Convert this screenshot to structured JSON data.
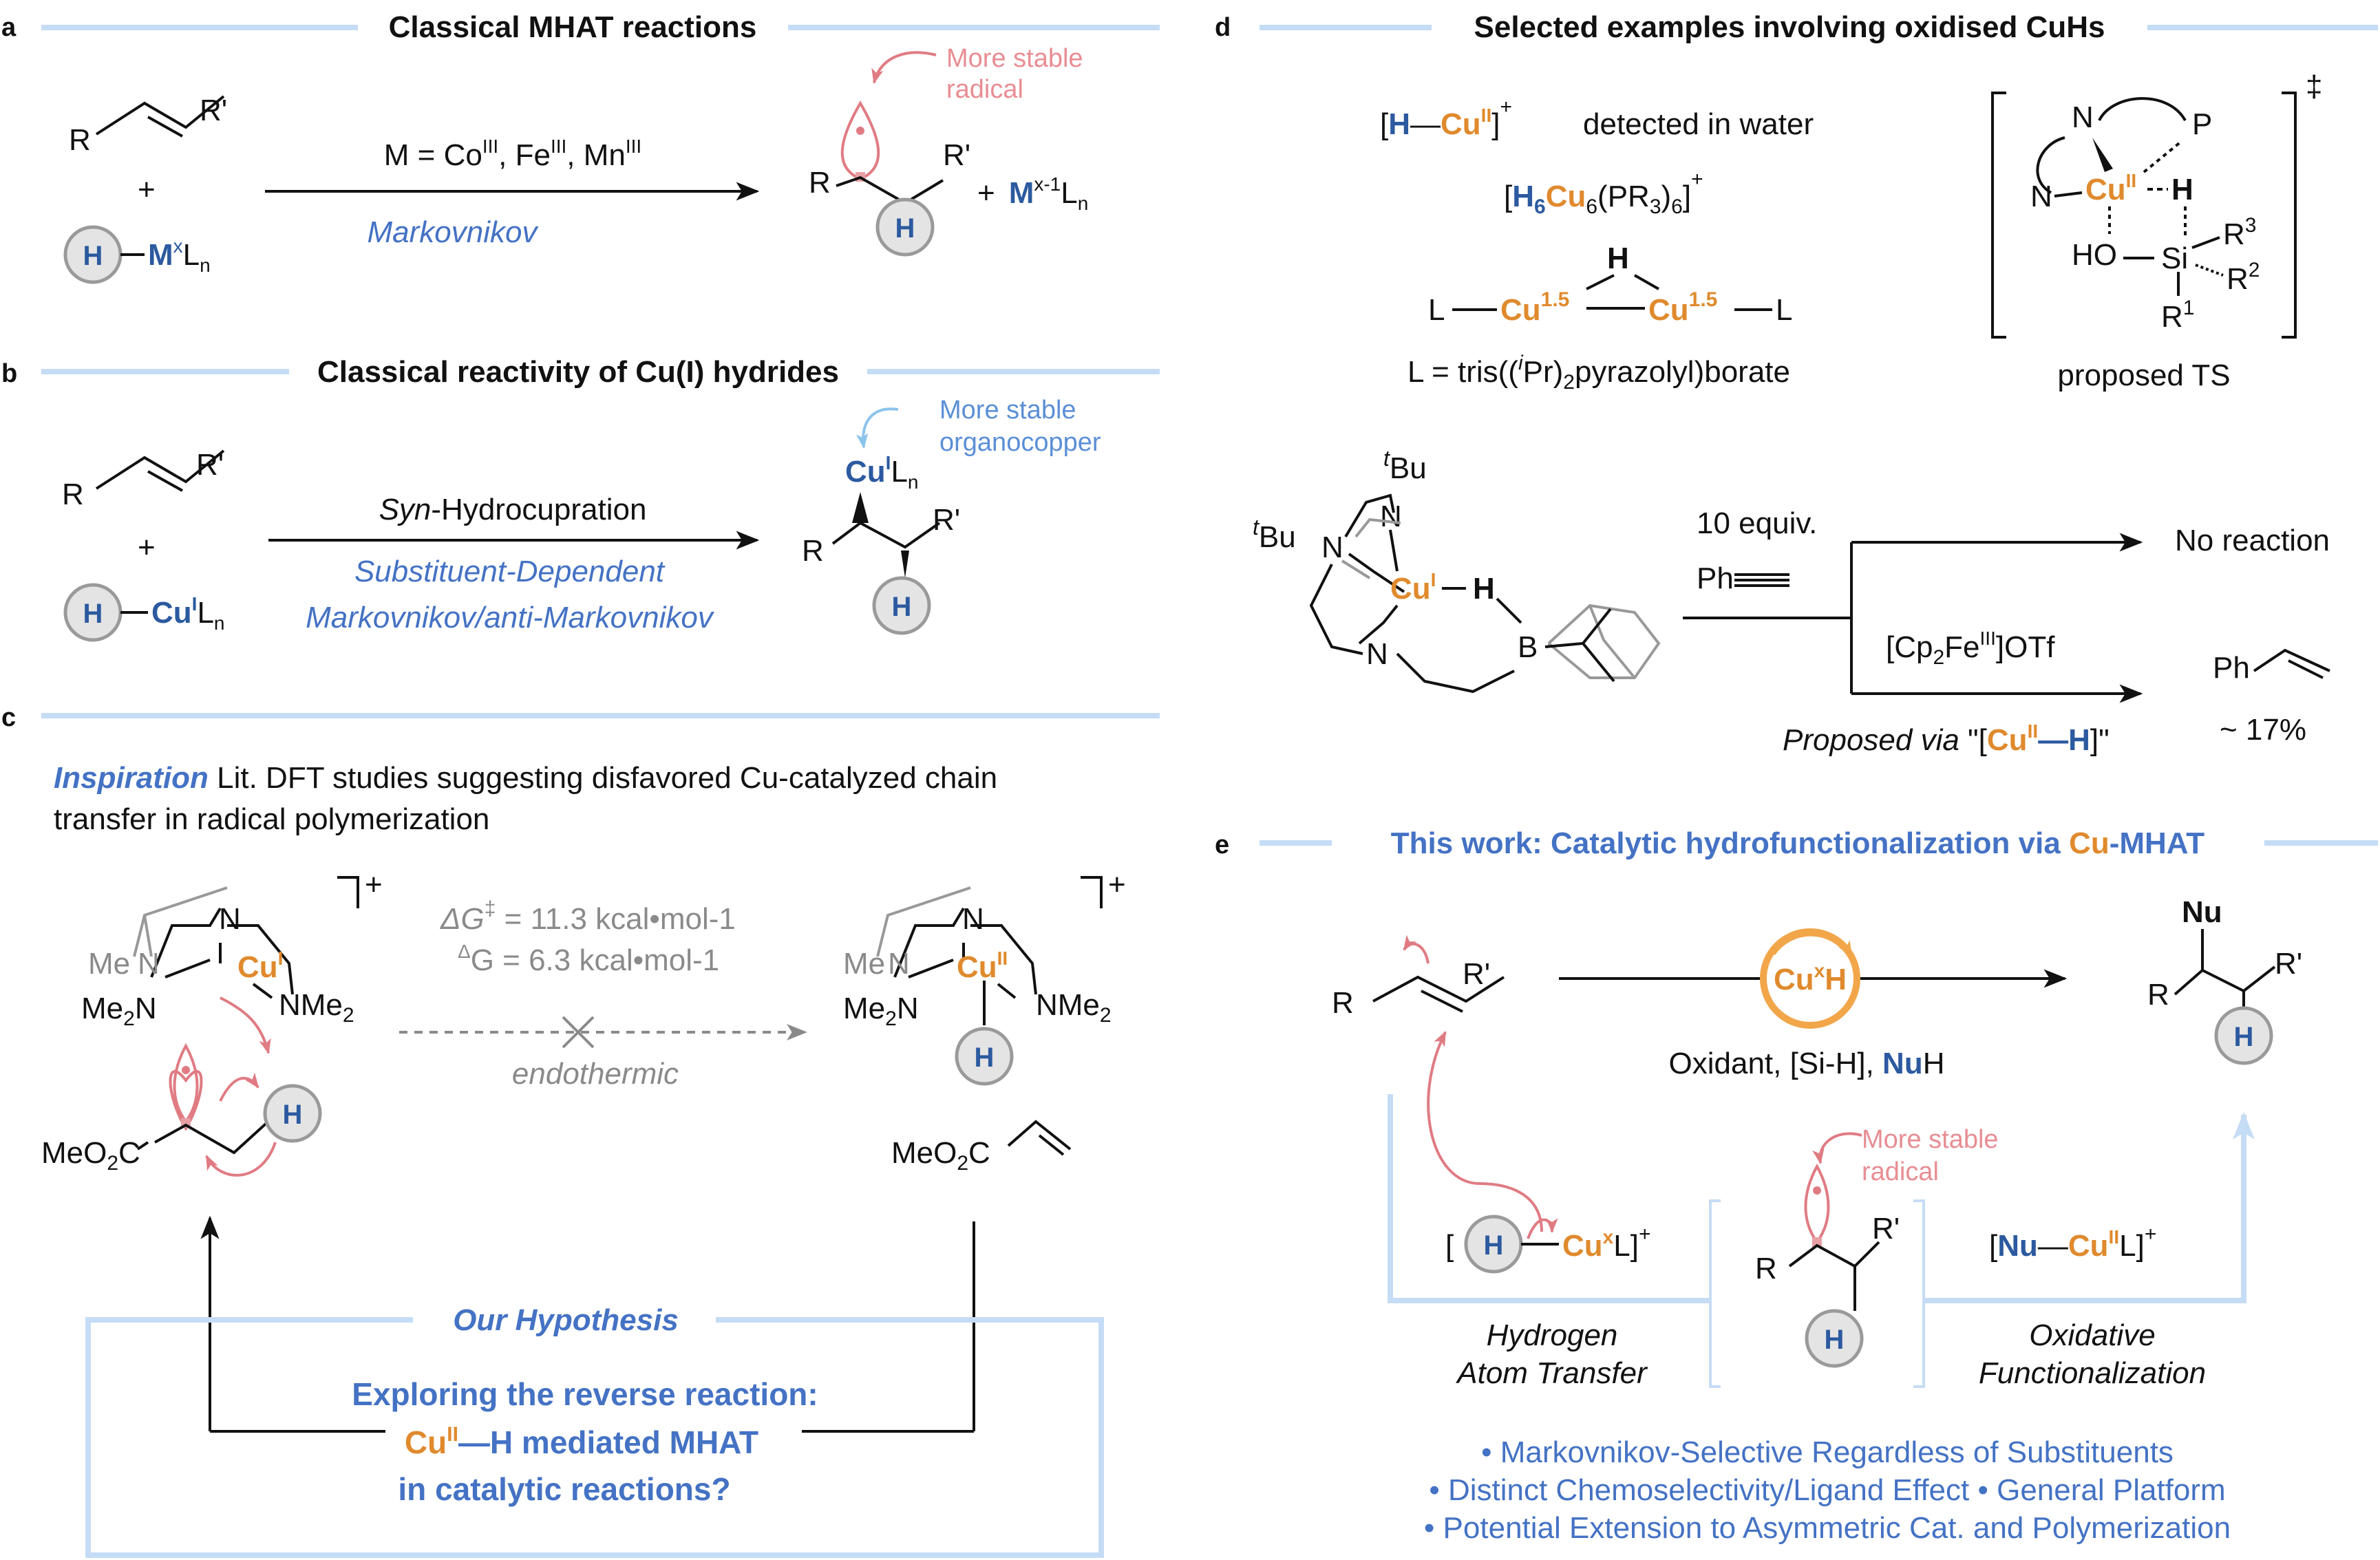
{
  "panel_a": {
    "label": "a",
    "title": "Classical MHAT reactions",
    "alkene_r": "R",
    "alkene_rp": "R'",
    "plus": "+",
    "reagent_h": "H",
    "reagent_m": "M",
    "reagent_x": "x",
    "reagent_l": "L",
    "reagent_n": "n",
    "conditions_prefix": "M = Co",
    "co_ox": "III",
    "fe_label": ", Fe",
    "fe_ox": "III",
    "mn_label": ", Mn",
    "mn_ox": "III",
    "regio": "Markovnikov",
    "note_line1": "More stable",
    "note_line2": "radical",
    "product_r": "R",
    "product_rp": "R'",
    "product_h": "H",
    "byproduct_plus": "+",
    "byproduct_m": "M",
    "byproduct_x": "x-1",
    "byproduct_l": "L",
    "byproduct_n": "n"
  },
  "panel_b": {
    "label": "b",
    "title": "Classical reactivity of Cu(I) hydrides",
    "alkene_r": "R",
    "alkene_rp": "R'",
    "plus": "+",
    "reagent_h": "H",
    "reagent_cu": "Cu",
    "reagent_ox": "I",
    "reagent_l": "L",
    "reagent_n": "n",
    "cond_syn": "Syn",
    "cond_rest": "-Hydrocupration",
    "cond_line2": "Substituent-Dependent",
    "cond_line3": "Markovnikov/anti-Markovnikov",
    "note_line1": "More stable",
    "note_line2": "organocopper",
    "product_cu": "Cu",
    "product_ox": "I",
    "product_l": "L",
    "product_n": "n",
    "product_r": "R",
    "product_rp": "R'",
    "product_h": "H"
  },
  "panel_c": {
    "label": "c",
    "insp_bold": "Inspiration",
    "insp_line1": " Lit. DFT studies suggesting disfavored Cu-catalyzed chain",
    "insp_line2": "transfer in radical polymerization",
    "n_label": "N",
    "me2n": "Me",
    "two": "2",
    "n_suffix": "N",
    "nme2_prefix": "NMe",
    "cu": "Cu",
    "cu_ox_left": "I",
    "cu_ox_right": "II",
    "charge": "+",
    "dg_ts_prefix": "ΔG",
    "dg_ts_sup": "‡",
    "dg_ts_value": " = 11.3 kcal•mol-1",
    "dg_prefix_sup": "Δ",
    "dg_g": "G",
    "dg_value": " = 6.3 kcal•mol-1",
    "endothermic": "endothermic",
    "ester": "MeO",
    "ester_sub": "2",
    "ester_c": "C",
    "h": "H",
    "hyp_title": "Our Hypothesis",
    "hyp_line1": "Exploring the reverse reaction:",
    "hyp_cu": "Cu",
    "hyp_ox": "II",
    "hyp_h": "—H",
    "hyp_line2_rest": " mediated MHAT",
    "hyp_line3": "in catalytic reactions?"
  },
  "panel_d": {
    "label": "d",
    "title": "Selected examples involving oxidised CuHs",
    "ex1_open": "[",
    "ex1_h": "H",
    "ex1_dash": "—",
    "ex1_cu": "Cu",
    "ex1_ox": "II",
    "ex1_close": "]",
    "ex1_charge": "+",
    "ex1_note": "detected in water",
    "ex2_open": "[",
    "ex2_h": "H",
    "ex2_h_sub": "6",
    "ex2_cu": "Cu",
    "ex2_cu_sub": "6",
    "ex2_pr": "(PR",
    "ex2_pr_sub": "3",
    "ex2_close": ")",
    "ex2_close_sub": "6",
    "ex2_bracket": "]",
    "ex2_charge": "+",
    "ex3_h": "H",
    "ex3_l": "L",
    "ex3_cu": "Cu",
    "ex3_ox": "1.5",
    "ex3_def_prefix": "L = tris((",
    "ex3_def_ipr": "i",
    "ex3_def_pr": "Pr)",
    "ex3_def_sub": "2",
    "ex3_def_rest": "pyrazolyl)borate",
    "ts_n": "N",
    "ts_p": "P",
    "ts_cu": "Cu",
    "ts_ox": "II",
    "ts_h": "H",
    "ts_ho": "HO",
    "ts_si": "Si",
    "ts_r": "R",
    "ts_r3": "3",
    "ts_r2": "2",
    "ts_r1": "1",
    "ts_dagger": "‡",
    "ts_caption": "proposed TS",
    "tbu_t": "t",
    "tbu_bu": "Bu",
    "cx_n": "N",
    "cx_cu": "Cu",
    "cx_ox": "I",
    "cx_h": "H",
    "cx_b": "B",
    "reag_equiv": "10 equiv.",
    "reag_ph": "Ph",
    "no_reaction": "No reaction",
    "ox_cp": "[Cp",
    "ox_cp_sub": "2",
    "ox_fe": "Fe",
    "ox_fe_ox": "III",
    "ox_otf": "]OTf",
    "proposed_it": "Proposed via",
    "proposed_quote": " \"[",
    "proposed_cu": "Cu",
    "proposed_ox": "II",
    "proposed_h": "—H",
    "proposed_end": "]\"",
    "styrene_ph": "Ph",
    "yield": "~ 17%"
  },
  "panel_e": {
    "label": "e",
    "title_blue": "This work: Catalytic hydrofunctionalization via ",
    "title_cu": "Cu",
    "title_rest": "-MHAT",
    "alkene_r": "R",
    "alkene_rp": "R'",
    "cat_cu": "Cu",
    "cat_x": "x",
    "cat_h": "H",
    "conditions": "Oxidant, [Si-H], ",
    "cond_nu": "Nu",
    "cond_h": "H",
    "product_nu": "Nu",
    "product_r": "R",
    "product_rp": "R'",
    "product_h": "H",
    "cu_h_open": "[",
    "cu_h_h": "H",
    "cu_h_cu": "Cu",
    "cu_h_x": "x",
    "cu_h_close": "L]",
    "cu_h_charge": "+",
    "note_line1": "More stable",
    "note_line2": "radical",
    "radical_r": "R",
    "radical_rp": "R'",
    "radical_h": "H",
    "nu_open": "[",
    "nu_nu": "Nu",
    "nu_dash": "—",
    "nu_cu": "Cu",
    "nu_ox": "II",
    "nu_close": "L]",
    "nu_charge": "+",
    "step1_line1": "Hydrogen",
    "step1_line2": "Atom Transfer",
    "step2_line1": "Oxidative",
    "step2_line2": "Functionalization",
    "bullet1": "• Markovnikov-Selective Regardless of Substituents",
    "bullet2": "• Distinct Chemoselectivity/Ligand Effect • General Platform",
    "bullet3": "• Potential Extension to Asymmetric Cat. and Polymerization"
  }
}
